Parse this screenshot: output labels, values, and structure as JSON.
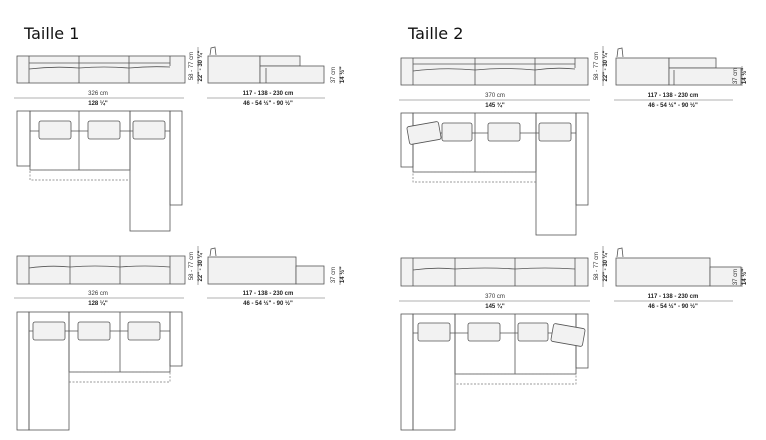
{
  "sections": [
    {
      "title": "Taille 1",
      "width_cm": "326 cm",
      "width_in": "128 ¼\"",
      "height_cm": "58 - 77 cm",
      "height_in": "22\" - 30 ¼\"",
      "depth_cm": "117 - 138 - 230 cm",
      "depth_in": "46 - 54 ½\" - 90 ½\"",
      "seat_cm": "37 cm",
      "seat_in": "14 ½\""
    },
    {
      "title": "Taille 2",
      "width_cm": "370 cm",
      "width_in": "145 ¾\"",
      "height_cm": "58 - 77 cm",
      "height_in": "22\" - 30 ¼\"",
      "depth_cm": "117 - 138 - 230 cm",
      "depth_in": "46 - 54 ½\" - 90 ½\"",
      "seat_cm": "37 cm",
      "seat_in": "14 ½\""
    }
  ]
}
